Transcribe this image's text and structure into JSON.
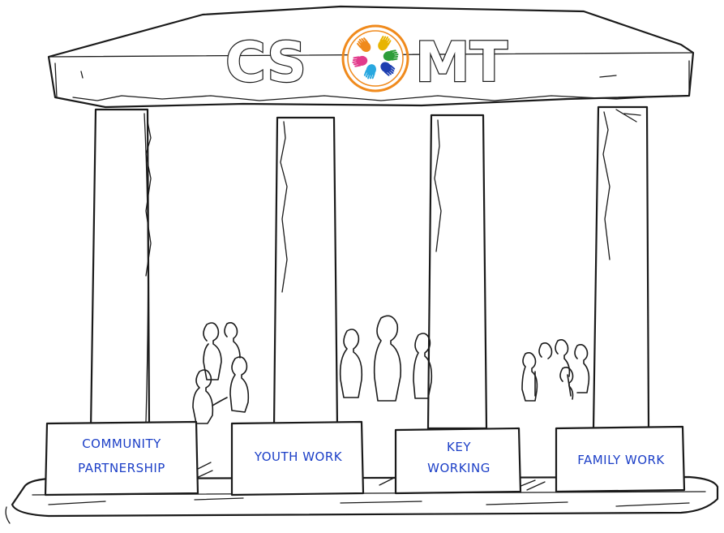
{
  "logo": {
    "left_text": "CS",
    "right_text": "MT",
    "hand_colors": [
      "#e8b400",
      "#2e9e3a",
      "#1e3fb0",
      "#29a8e0",
      "#e23b8c",
      "#f08a1c"
    ],
    "ring_color": "#f08a1c"
  },
  "pillars": [
    {
      "label_lines": [
        "COMMUNITY",
        "PARTNERSHIP"
      ]
    },
    {
      "label_lines": [
        "YOUTH WORK"
      ]
    },
    {
      "label_lines": [
        "KEY",
        "WORKING"
      ]
    },
    {
      "label_lines": [
        "FAMILY WORK"
      ]
    }
  ],
  "colors": {
    "ink": "#1a1a1a",
    "label_ink": "#1c3fc7",
    "paper": "#ffffff"
  }
}
